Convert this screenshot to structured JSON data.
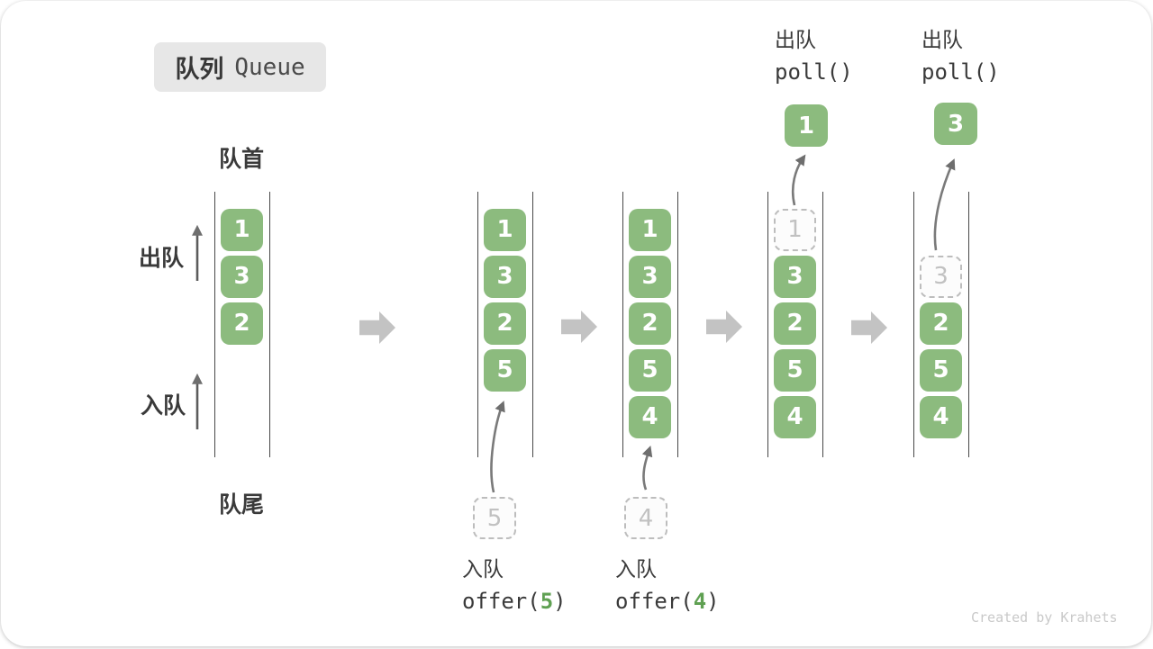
{
  "title": {
    "zh": "队列",
    "en": "Queue"
  },
  "labels": {
    "front": "队首",
    "rear": "队尾",
    "dequeue": "出队",
    "enqueue": "入队"
  },
  "queues": [
    {
      "name": "state-initial",
      "cells": [
        {
          "value": "1",
          "slot": 0,
          "type": "solid"
        },
        {
          "value": "3",
          "slot": 1,
          "type": "solid"
        },
        {
          "value": "2",
          "slot": 2,
          "type": "solid"
        }
      ]
    },
    {
      "name": "state-after-offer-5",
      "cells": [
        {
          "value": "1",
          "slot": 0,
          "type": "solid"
        },
        {
          "value": "3",
          "slot": 1,
          "type": "solid"
        },
        {
          "value": "2",
          "slot": 2,
          "type": "solid"
        },
        {
          "value": "5",
          "slot": 3,
          "type": "solid"
        }
      ],
      "pending": {
        "value": "5"
      }
    },
    {
      "name": "state-after-offer-4",
      "cells": [
        {
          "value": "1",
          "slot": 0,
          "type": "solid"
        },
        {
          "value": "3",
          "slot": 1,
          "type": "solid"
        },
        {
          "value": "2",
          "slot": 2,
          "type": "solid"
        },
        {
          "value": "5",
          "slot": 3,
          "type": "solid"
        },
        {
          "value": "4",
          "slot": 4,
          "type": "solid"
        }
      ],
      "pending": {
        "value": "4"
      }
    },
    {
      "name": "state-after-poll-1",
      "cells": [
        {
          "value": "1",
          "slot": 0,
          "type": "dashed"
        },
        {
          "value": "3",
          "slot": 1,
          "type": "solid"
        },
        {
          "value": "2",
          "slot": 2,
          "type": "solid"
        },
        {
          "value": "5",
          "slot": 3,
          "type": "solid"
        },
        {
          "value": "4",
          "slot": 4,
          "type": "solid"
        }
      ],
      "popped": {
        "value": "1"
      }
    },
    {
      "name": "state-after-poll-3",
      "cells": [
        {
          "value": "3",
          "slot": 1,
          "type": "dashed"
        },
        {
          "value": "2",
          "slot": 2,
          "type": "solid"
        },
        {
          "value": "5",
          "slot": 3,
          "type": "solid"
        },
        {
          "value": "4",
          "slot": 4,
          "type": "solid"
        }
      ],
      "popped": {
        "value": "3"
      }
    }
  ],
  "ops": [
    {
      "action": "入队",
      "fn": "offer(",
      "arg": "5",
      "close": ")"
    },
    {
      "action": "入队",
      "fn": "offer(",
      "arg": "4",
      "close": ")"
    },
    {
      "action": "出队",
      "fn": "poll()",
      "arg": "",
      "close": ""
    },
    {
      "action": "出队",
      "fn": "poll()",
      "arg": "",
      "close": ""
    }
  ],
  "colors": {
    "cell_green": "#8CBB7E",
    "code_green": "#5FA052",
    "step_arrow_gray": "#C3C3C3",
    "badge_bg": "#E7E7E7",
    "text_dark": "#3A3A3A",
    "dashed_gray": "#BDBDBD",
    "watermark_gray": "#C9C9C9"
  },
  "watermark": "Created by Krahets"
}
